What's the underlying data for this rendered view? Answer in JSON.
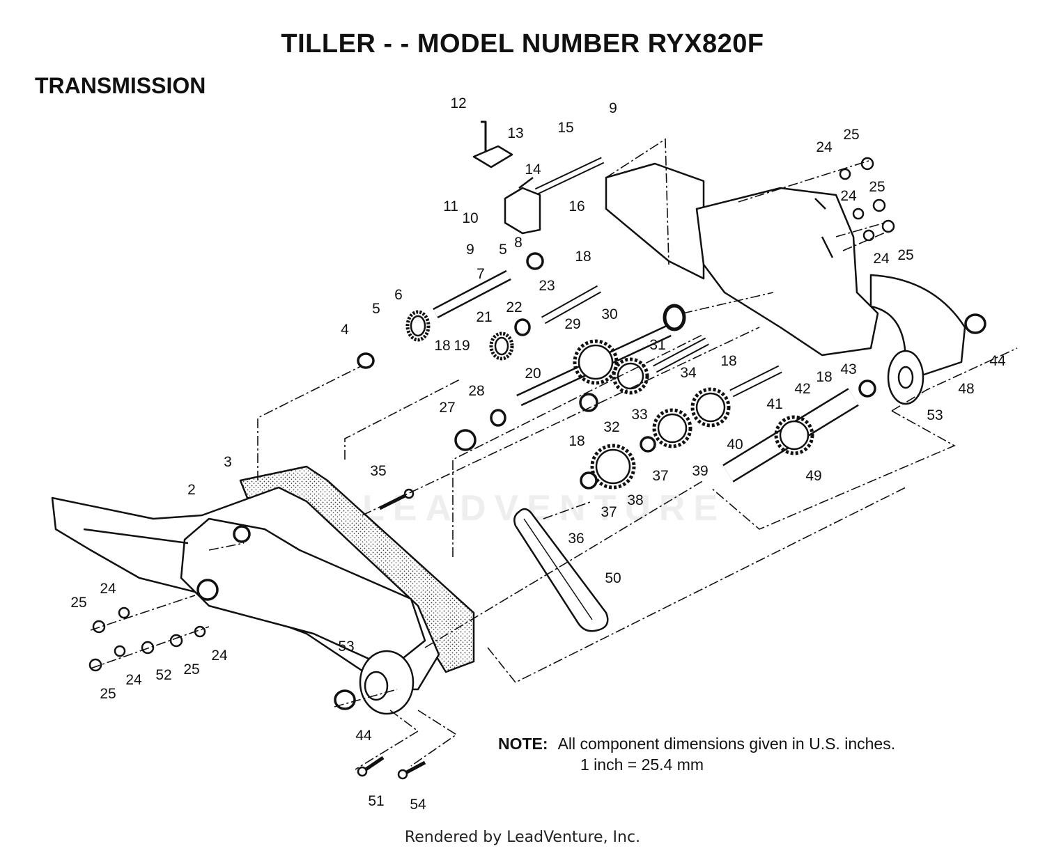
{
  "header": {
    "title": "TILLER - - MODEL NUMBER RYX820F",
    "section": "TRANSMISSION"
  },
  "diagram": {
    "callouts": [
      "2",
      "3",
      "4",
      "5",
      "5",
      "6",
      "7",
      "8",
      "9",
      "9",
      "10",
      "11",
      "12",
      "13",
      "14",
      "15",
      "16",
      "18",
      "18",
      "18",
      "18",
      "18",
      "19",
      "20",
      "21",
      "22",
      "23",
      "24",
      "24",
      "24",
      "24",
      "24",
      "24",
      "25",
      "25",
      "25",
      "25",
      "25",
      "25",
      "27",
      "28",
      "29",
      "30",
      "31",
      "32",
      "33",
      "34",
      "35",
      "36",
      "37",
      "37",
      "38",
      "39",
      "40",
      "41",
      "42",
      "43",
      "44",
      "44",
      "48",
      "49",
      "50",
      "51",
      "52",
      "53",
      "53",
      "54"
    ]
  },
  "note": {
    "label": "NOTE:",
    "line1": "All component dimensions given in U.S. inches.",
    "line2": "1 inch = 25.4 mm"
  },
  "watermark": "LEADVENTURE",
  "footer": {
    "credit": "Rendered by LeadVenture, Inc."
  }
}
